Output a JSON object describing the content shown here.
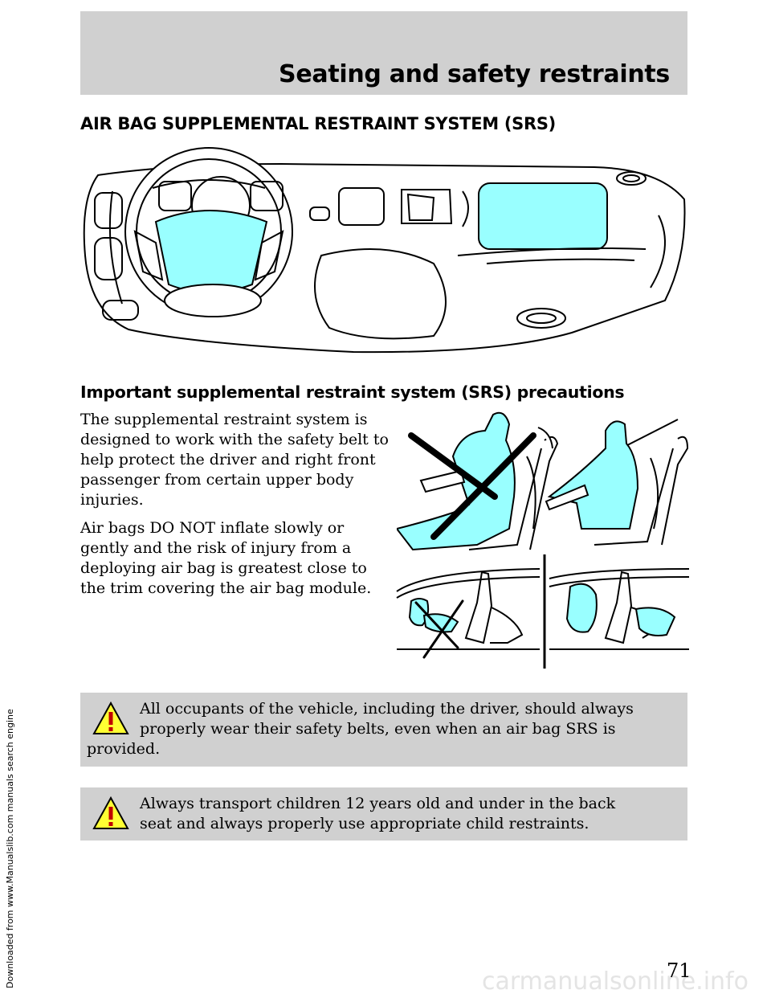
{
  "download_note": {
    "prefix": "Downloaded from ",
    "link": "www.Manualslib.com",
    "suffix": " manuals search engine"
  },
  "header": {
    "title": "Seating and safety restraints"
  },
  "section_title": "AIR BAG SUPPLEMENTAL RESTRAINT SYSTEM (SRS)",
  "subheading": "Important supplemental restraint system (SRS) precautions",
  "paragraphs": [
    "The supplemental restraint system is designed to work with the safety belt to help protect the driver and right front passenger from certain upper body injuries.",
    "Air bags DO NOT inflate slowly or gently and the risk of injury from a deploying air bag is greatest close to the trim covering the air bag module."
  ],
  "warnings": [
    {
      "line1": "All occupants of the vehicle, including the driver, should always",
      "line2": "properly wear their safety belts, even when an air bag SRS is",
      "line3": "provided."
    },
    {
      "line1": "Always transport children 12 years old and under in the back",
      "line2": "seat and always properly use appropriate child restraints."
    }
  ],
  "page_number": "71",
  "watermark": "carmanualsonline.info",
  "colors": {
    "airbag": "#99ffff",
    "band": "#d0d0d0",
    "warning_icon": "#ffff33"
  },
  "icons": [
    "warning-triangle-icon"
  ]
}
